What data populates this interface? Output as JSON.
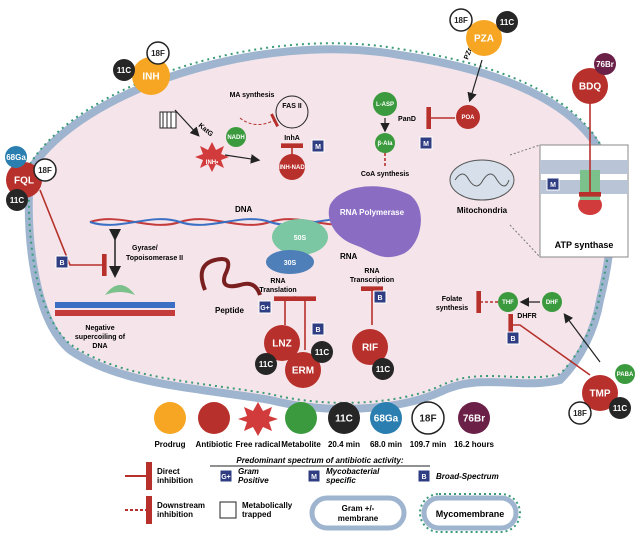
{
  "drugs": {
    "inh": "INH",
    "pza": "PZA",
    "bdq": "BDQ",
    "fql": "FQL",
    "lnz": "LNZ",
    "erm": "ERM",
    "rif": "RIF",
    "tmp": "TMP"
  },
  "isotopes": {
    "c11": "11C",
    "f18": "18F",
    "ga68": "68Ga",
    "br76": "76Br"
  },
  "enzymes": {
    "katg": "KatG",
    "pzase": "PZase"
  },
  "metabolites": {
    "nadh": "NADH",
    "inh_radical": "INH•",
    "inh_nad": "INH-NAD",
    "l_asp": "L-ASP",
    "b_ala": "β-Ala",
    "poa": "POA",
    "thf": "THF",
    "dhf": "DHF",
    "paba": "PABA"
  },
  "labels": {
    "ma_synthesis": "MA synthesis",
    "fas2": "FAS II",
    "inha": "InhA",
    "pand": "PanD",
    "coa_synthesis": "CoA synthesis",
    "mitochondria": "Mitochondria",
    "atp_synthase": "ATP synthase",
    "dna": "DNA",
    "rna_polymerase": "RNA Polymerase",
    "rna": "RNA",
    "s50": "50S",
    "s30": "30S",
    "gyrase_1": "Gyrase/",
    "gyrase_2": "Topoisomerase II",
    "neg_1": "Negative",
    "neg_2": "supercoiling of",
    "neg_3": "DNA",
    "peptide": "Peptide",
    "rna_translation_1": "RNA",
    "rna_translation_2": "Translation",
    "rna_transcription_1": "RNA",
    "rna_transcription_2": "Transcription",
    "folate_1": "Folate",
    "folate_2": "synthesis",
    "dhfr": "DHFR"
  },
  "badges": {
    "m": "M",
    "b": "B",
    "gplus": "G+"
  },
  "legend": {
    "prodrug": "Prodrug",
    "antibiotic": "Antibiotic",
    "free_radical": "Free radical",
    "metabolite": "Metabolite",
    "c11_time": "20.4 min",
    "ga68_time": "68.0 min",
    "f18_time": "109.7 min",
    "br76_time": "16.2 hours",
    "spectrum_title": "Predominant spectrum of antibiotic activity:",
    "direct_1": "Direct",
    "direct_2": "inhibition",
    "gram_1": "Gram",
    "gram_2": "Positive",
    "myco_1": "Mycobacterial",
    "myco_2": "specific",
    "broad": "Broad-Spectrum",
    "down_1": "Downstream",
    "down_2": "inhibition",
    "trap_1": "Metabolically",
    "trap_2": "trapped",
    "gram_membrane_1": "Gram +/-",
    "gram_membrane_2": "membrane",
    "mycomembrane": "Mycomembrane"
  },
  "colors": {
    "prodrug": "#f6a623",
    "antibiotic": "#b7302b",
    "metabolite": "#3c9a3e",
    "c11": "#262626",
    "ga68": "#2a7fb0",
    "br76": "#6b2048",
    "inhibit": "#b7302b",
    "badge": "#2f3d82"
  }
}
